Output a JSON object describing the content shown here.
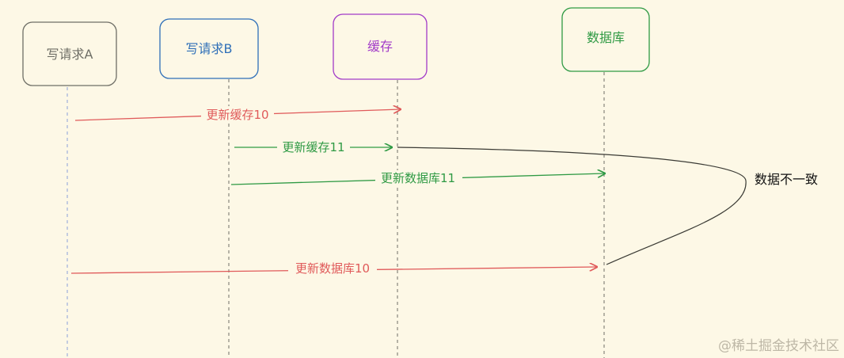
{
  "actors": [
    {
      "id": "a",
      "label": "写请求A",
      "color": "#6e6e66",
      "lifeline": "#8aa0d8"
    },
    {
      "id": "b",
      "label": "写请求B",
      "color": "#2e6fb8",
      "lifeline": "#6e6e66"
    },
    {
      "id": "c",
      "label": "缓存",
      "color": "#a23bc8",
      "lifeline": "#6e6e66"
    },
    {
      "id": "d",
      "label": "数据库",
      "color": "#2f9a44",
      "lifeline": "#6e6e66"
    }
  ],
  "messages": [
    {
      "from": "a",
      "to": "c",
      "label": "更新缓存10",
      "color": "#e05a5a"
    },
    {
      "from": "b",
      "to": "c",
      "label": "更新缓存11",
      "color": "#2f9a44"
    },
    {
      "from": "b",
      "to": "d",
      "label": "更新数据库11",
      "color": "#2f9a44"
    },
    {
      "from": "a",
      "to": "d",
      "label": "更新数据库10",
      "color": "#e05a5a"
    }
  ],
  "annotation": {
    "label": "数据不一致",
    "color": "#111111"
  },
  "watermark": "@稀土掘金技术社区"
}
